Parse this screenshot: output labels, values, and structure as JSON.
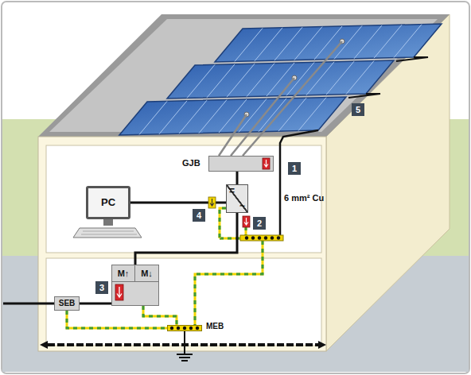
{
  "diagram": {
    "nodes": [
      {
        "text": [
          "GJB"
        ]
      },
      {
        "text": [
          "PC"
        ]
      },
      {
        "text": [
          "=",
          "~"
        ]
      },
      {
        "text": [
          "M↑",
          "M↓"
        ]
      },
      {
        "text": [
          "SEB"
        ]
      },
      {
        "text": [
          "MEB"
        ]
      }
    ],
    "edges": [
      {
        "from": 0,
        "to": 2,
        "arrow": "none"
      },
      {
        "from": 2,
        "to": 1,
        "arrow": "none"
      },
      {
        "from": 2,
        "to": 3,
        "arrow": "none"
      },
      {
        "from": 3,
        "to": 4,
        "arrow": "none"
      },
      {
        "from": 4,
        "to": 5,
        "arrow": "none"
      },
      {
        "from": 3,
        "to": 5,
        "arrow": "none"
      }
    ],
    "labels": [
      "5",
      "1",
      "6 mm² Cu",
      "4",
      "2",
      "3"
    ]
  }
}
